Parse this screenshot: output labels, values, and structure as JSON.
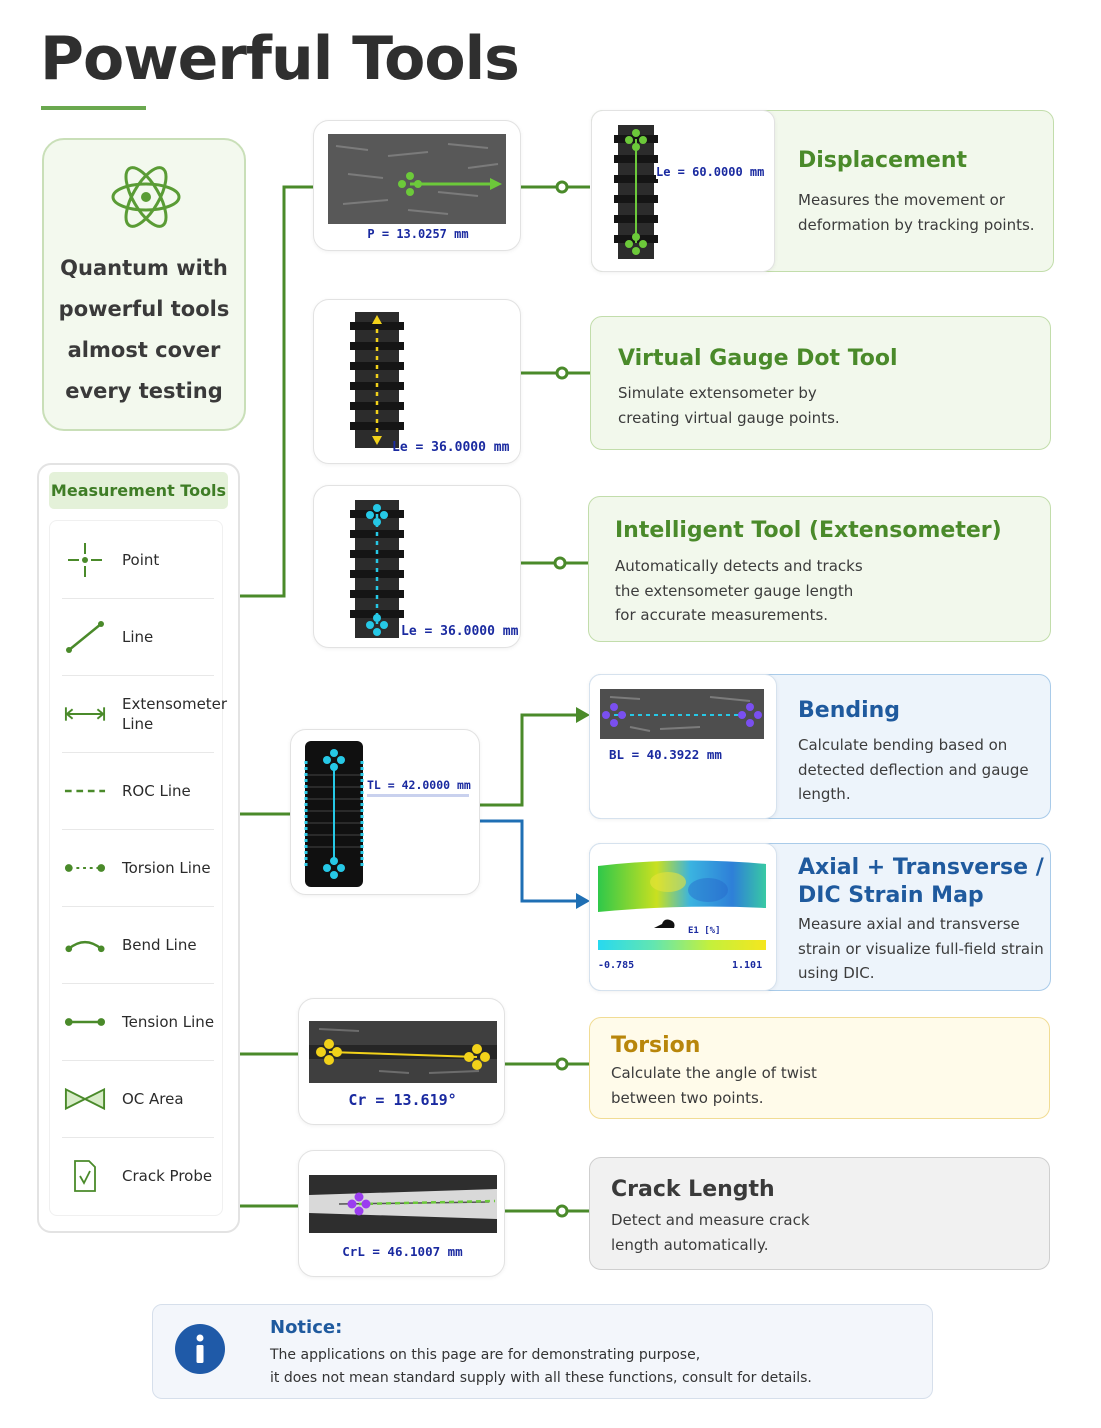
{
  "page": {
    "title": "Powerful Tools"
  },
  "hero": {
    "lines": [
      "Quantum with",
      "powerful tools",
      "almost cover",
      "every testing"
    ]
  },
  "tools": {
    "heading": "Measurement Tools",
    "items": [
      {
        "label": "Point",
        "icon": "point-crosshair-icon"
      },
      {
        "label": "Line",
        "icon": "line-icon"
      },
      {
        "label": "Extensometer Line",
        "icon": "extensometer-line-icon"
      },
      {
        "label": "ROC Line",
        "icon": "roc-dashed-line-icon"
      },
      {
        "label": "Torsion Line",
        "icon": "torsion-line-icon"
      },
      {
        "label": "Bend Line",
        "icon": "bend-line-icon"
      },
      {
        "label": "Tension Line",
        "icon": "tension-line-icon"
      },
      {
        "label": "OC Area",
        "icon": "oc-area-bowtie-icon"
      },
      {
        "label": "Crack Probe",
        "icon": "crack-probe-icon"
      }
    ]
  },
  "readouts": {
    "point": "P = 13.0257 mm",
    "displacement": "Le = 60.0000 mm",
    "gauge": "Le = 36.0000 mm",
    "extensometer": "Le = 36.0000 mm",
    "tension": "TL = 42.0000 mm",
    "bending": "BL = 40.3922 mm",
    "strain_label": "E1 [%]",
    "strain_min": "-0.785",
    "strain_max": "1.101",
    "torsion": "Cr = 13.619°",
    "crack": "CrL = 46.1007 mm"
  },
  "cards": {
    "displacement": {
      "title": "Displacement",
      "desc": [
        "Measures the movement or",
        "deformation by tracking points."
      ]
    },
    "gauge": {
      "title": "Virtual Gauge Dot Tool",
      "desc": [
        "Simulate extensometer by",
        "creating virtual gauge points."
      ]
    },
    "extensometer": {
      "title": "Intelligent Tool (Extensometer)",
      "desc": [
        "Automatically detects and tracks",
        "the extensometer gauge length",
        "for accurate measurements."
      ]
    },
    "bending": {
      "title": "Bending",
      "desc": [
        "Calculate bending based on",
        "detected deflection and gauge",
        "length."
      ]
    },
    "axial": {
      "title_lines": [
        "Axial + Transverse /",
        "DIC Strain Map"
      ],
      "desc": [
        "Measure axial and transverse",
        "strain or visualize full-field strain",
        "using DIC."
      ]
    },
    "torsion": {
      "title": "Torsion",
      "desc": [
        "Calculate the angle of twist",
        "between two points."
      ]
    },
    "crack": {
      "title": "Crack Length",
      "desc": [
        "Detect and measure crack",
        "length automatically."
      ]
    }
  },
  "notice": {
    "title": "Notice:",
    "lines": [
      "The applications on this page are for demonstrating purpose,",
      "it does not mean standard supply with all these functions, consult for details."
    ]
  },
  "colors": {
    "green": "#4a8a2a",
    "green_light": "#f3f9ee",
    "blue": "#1f6fb4",
    "blue_light": "#eef5fc",
    "yellow": "#f7e7a8",
    "yellow_light": "#fefbeb",
    "gray": "#f1f1f1",
    "accent_text_blue": "#1f5a9e",
    "torsion_title": "#b8860b"
  }
}
